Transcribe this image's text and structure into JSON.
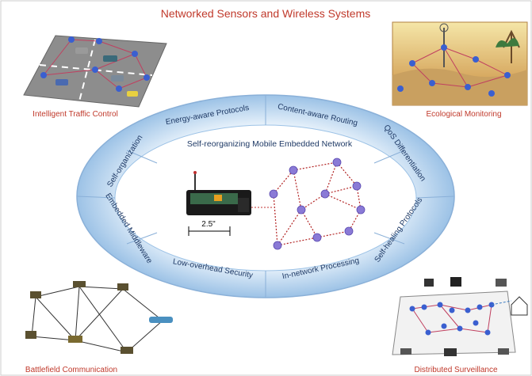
{
  "title": "Networked Sensors and Wireless Systems",
  "corners": {
    "top_left": "Intelligent Traffic Control",
    "top_right": "Ecological Monitoring",
    "bottom_left": "Battlefield Communication",
    "bottom_right": "Distributed Surveillance"
  },
  "ring_segments": {
    "energy": "Energy-aware Protocols",
    "content": "Content-aware Routing",
    "qos": "QoS Differentiation",
    "self_healing": "Self-healing Protocols",
    "innetwork": "In-network Processing",
    "security": "Low-overhead Security",
    "middleware": "Embedded Middleware",
    "selforg": "Self-organization"
  },
  "inner_title": "Self-reorganizing Mobile Embedded Network",
  "device_dimension": "2.5\"",
  "colors": {
    "title": "#c0392b",
    "ring_light": "#dbeaf7",
    "ring_dark": "#9cc2e6",
    "inner": "#ffffff",
    "text_blue": "#1f3a66",
    "link_red": "#b22222",
    "node_purple": "#8a7ad6"
  }
}
